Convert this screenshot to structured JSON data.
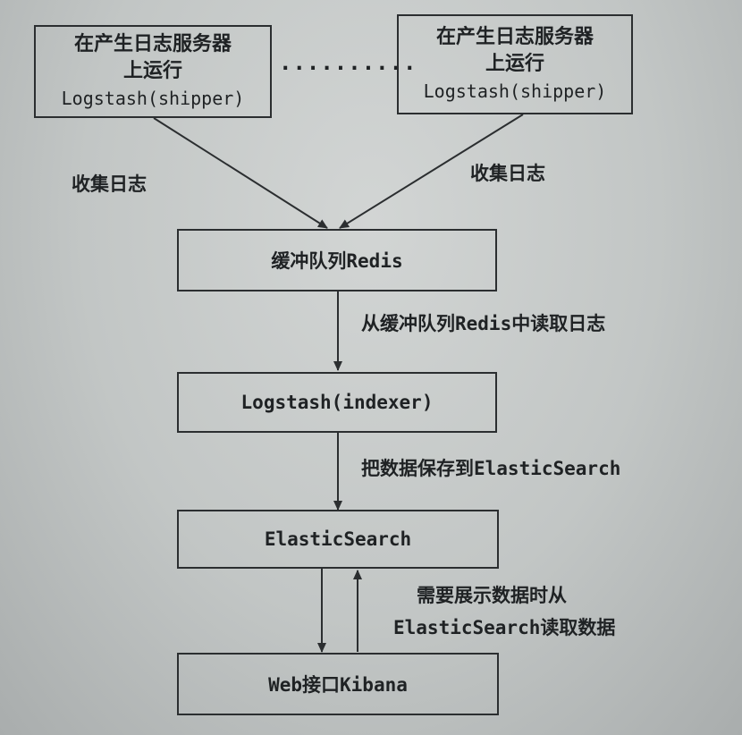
{
  "sources": [
    {
      "line1": "在产生日志服务器",
      "line2": "上运行",
      "line3": "Logstash(shipper)"
    },
    {
      "line1": "在产生日志服务器",
      "line2": "上运行",
      "line3": "Logstash(shipper)"
    }
  ],
  "ellipsis": "..........",
  "edge_labels": {
    "collect_left": "收集日志",
    "collect_right": "收集日志",
    "read_redis": "从缓冲队列Redis中读取日志",
    "save_es": "把数据保存到ElasticSearch",
    "query_line1": "需要展示数据时从",
    "query_line2": "ElasticSearch读取数据"
  },
  "nodes": {
    "redis": "缓冲队列Redis",
    "indexer": "Logstash(indexer)",
    "elasticsearch": "ElasticSearch",
    "kibana": "Web接口Kibana"
  }
}
